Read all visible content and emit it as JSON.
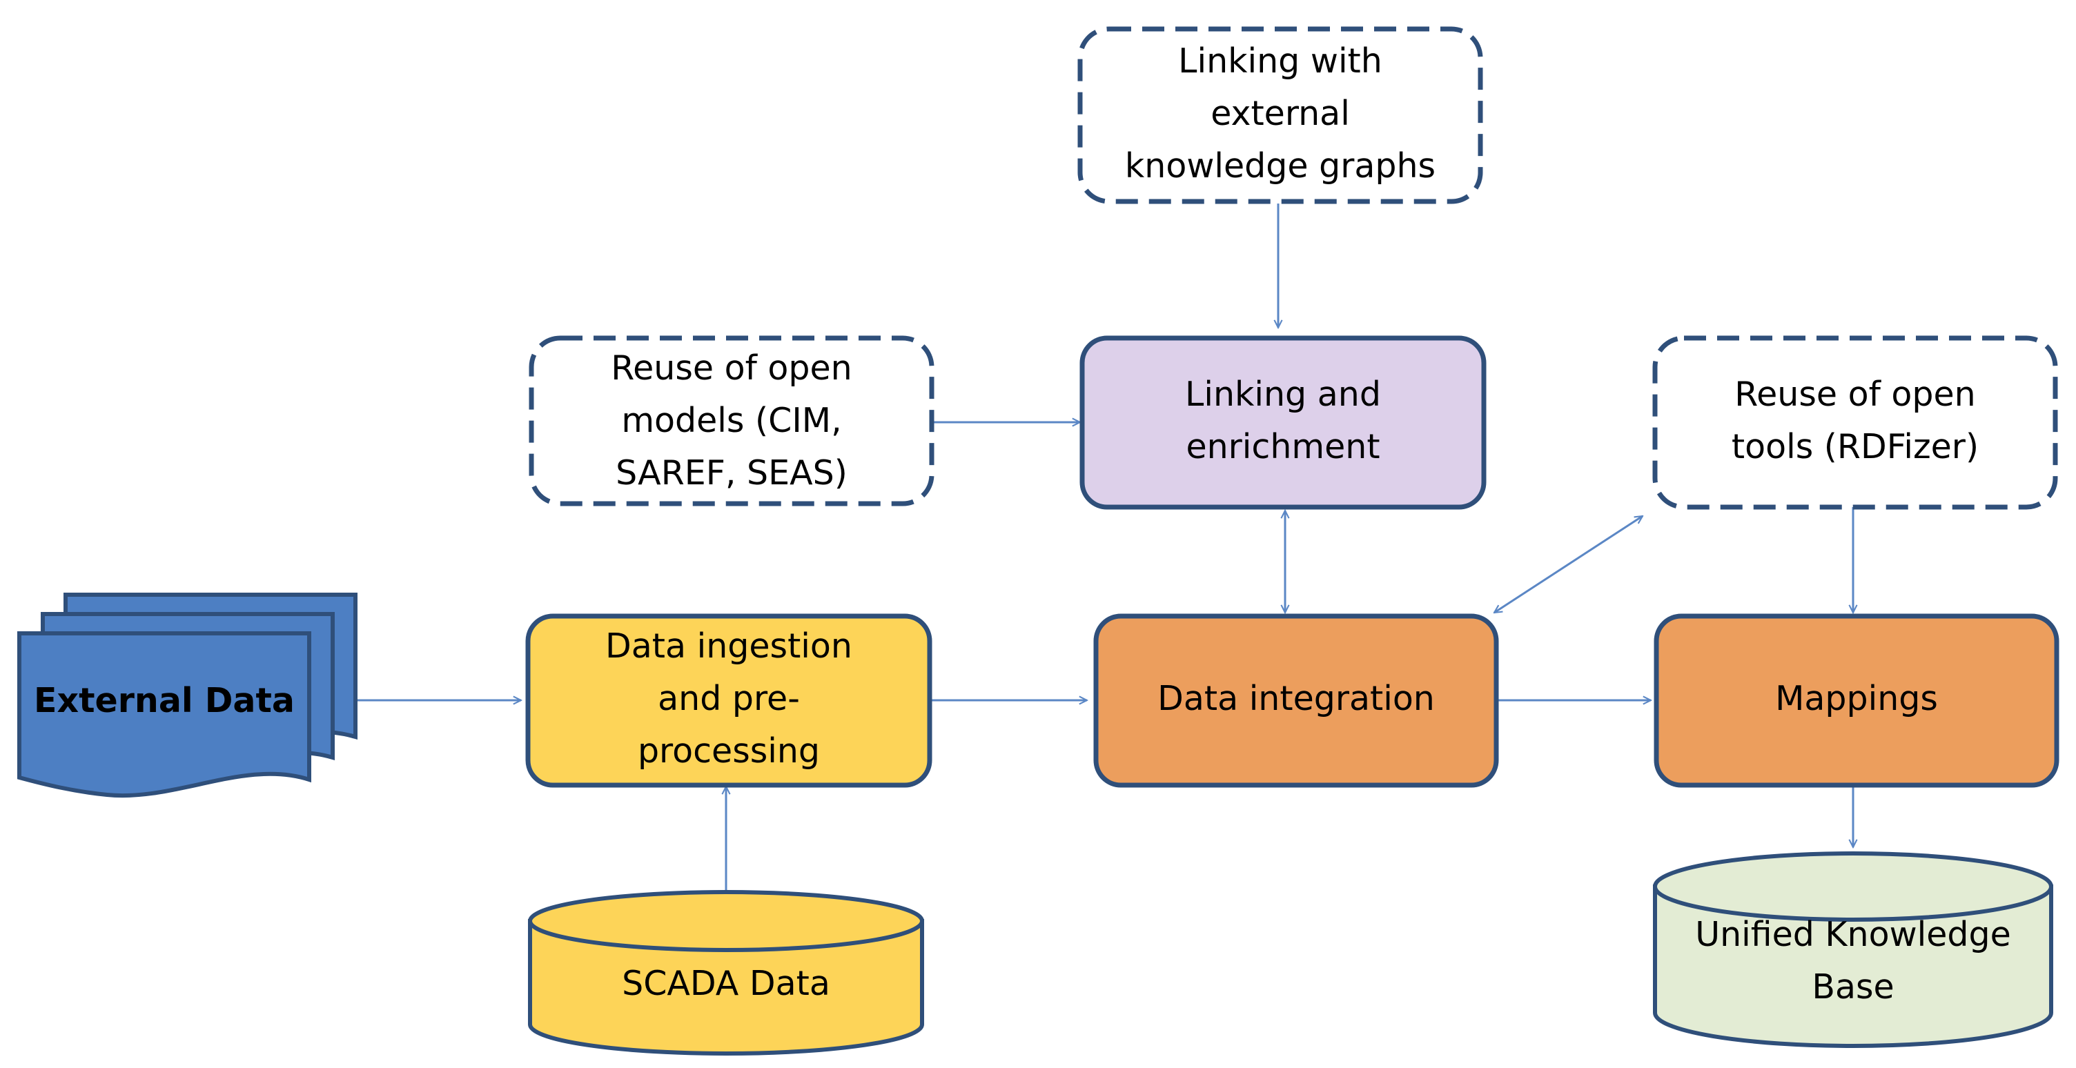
{
  "colors": {
    "line": "#5b87c5",
    "border": "#2f4f7a",
    "data_integration": "#ec9e5d",
    "mappings": "#ec9e5d",
    "enrichment": "#ddd0ea",
    "ingestion": "#fdd458",
    "scada": "#fdd458",
    "knowledge_base": "#e3ecd4",
    "external_data": "#4d7fc3",
    "dashed_box": "#ffffff"
  },
  "nodes": {
    "external_knowledge": {
      "lines": [
        "Linking with",
        "external",
        "knowledge graphs"
      ]
    },
    "open_models": {
      "lines": [
        "Reuse of open",
        "models (CIM,",
        "SAREF, SEAS)"
      ]
    },
    "enrichment": {
      "lines": [
        "Linking and",
        "enrichment"
      ]
    },
    "open_tools": {
      "lines": [
        "Reuse of open",
        "tools (RDFizer)"
      ]
    },
    "external_data": {
      "lines": [
        "External Data"
      ]
    },
    "ingestion": {
      "lines": [
        "Data ingestion",
        "and pre-",
        "processing"
      ]
    },
    "integration": {
      "lines": [
        "Data integration"
      ]
    },
    "mappings": {
      "lines": [
        "Mappings"
      ]
    },
    "scada": {
      "lines": [
        "SCADA Data"
      ]
    },
    "knowledge_base": {
      "lines": [
        "Unified Knowledge",
        "Base"
      ]
    }
  }
}
